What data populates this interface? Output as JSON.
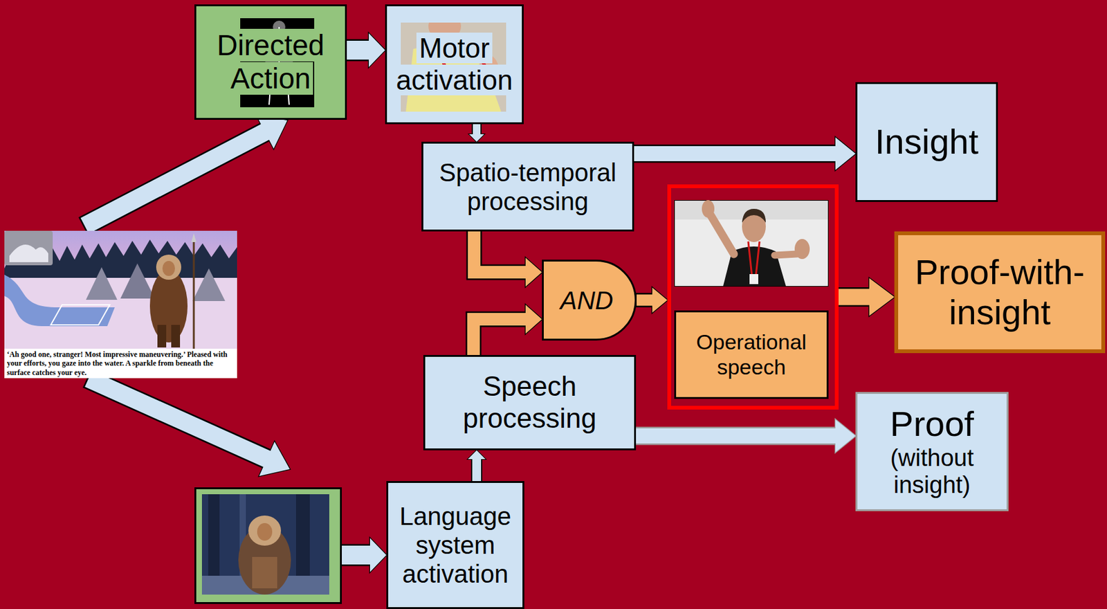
{
  "diagram": {
    "nodes": [
      {
        "text": [
          "‘Ah good one, stranger! Most impressive maneuvering.’ Pleased with your efforts, you gaze into the water. A sparkle from beneath the surface catches your eye."
        ]
      },
      {
        "text": [
          "Directed Action"
        ]
      },
      {
        "text": [
          "Motor activation"
        ]
      },
      {
        "text": [
          "Insight"
        ]
      },
      {
        "text": [
          "Spatio-temporal processing"
        ]
      },
      {
        "text": [
          "AND"
        ]
      },
      {
        "text": [
          "Operational speech"
        ]
      },
      {
        "text": [
          "Proof-with-insight"
        ]
      },
      {
        "text": [
          "Speech processing"
        ]
      },
      {
        "text": [
          "Proof",
          "(without insight)"
        ]
      },
      {
        "text": [
          "Language system activation"
        ]
      }
    ],
    "edges": [
      {
        "from": 0,
        "to": 1,
        "arrow": "to"
      },
      {
        "from": 1,
        "to": 2,
        "arrow": "to"
      },
      {
        "from": 2,
        "to": 4,
        "arrow": "to"
      },
      {
        "from": 4,
        "to": 3,
        "arrow": "to"
      },
      {
        "from": 4,
        "to": 5,
        "arrow": "to"
      },
      {
        "from": 8,
        "to": 5,
        "arrow": "to"
      },
      {
        "from": 5,
        "to": 6,
        "arrow": "to"
      },
      {
        "from": 6,
        "to": 7,
        "arrow": "to"
      },
      {
        "from": 8,
        "to": 9,
        "arrow": "to"
      },
      {
        "from": 10,
        "to": 8,
        "arrow": "to"
      }
    ]
  }
}
